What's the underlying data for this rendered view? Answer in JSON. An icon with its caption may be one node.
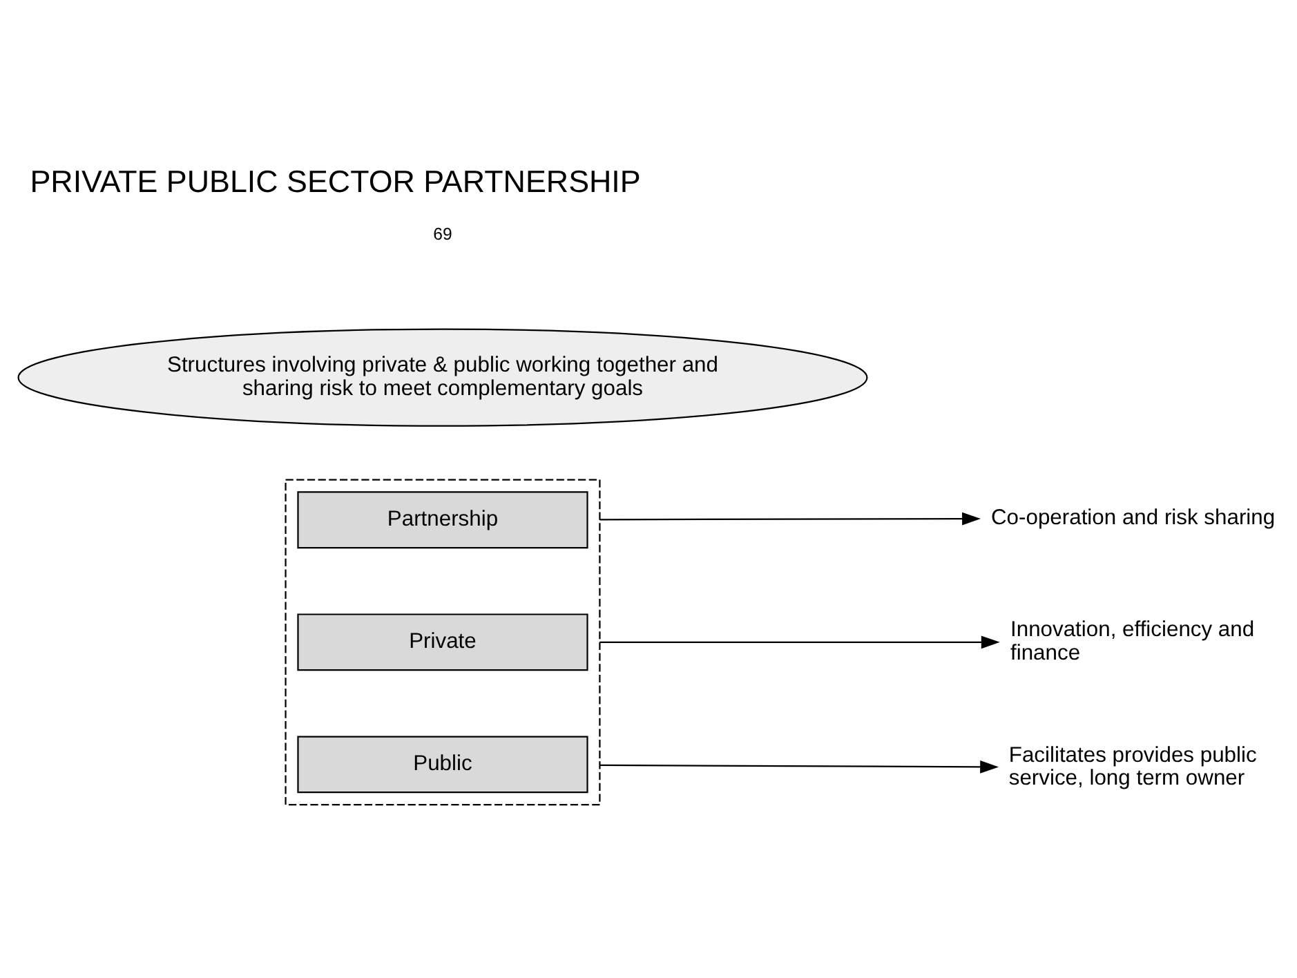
{
  "diagram": {
    "title": "PRIVATE PUBLIC SECTOR PARTNERSHIP",
    "nodes": [
      {
        "text": [],
        "shape": "box"
      },
      {
        "text": [
          "Public"
        ],
        "in": 0
      },
      {
        "text": [
          "Private"
        ],
        "in": 0
      },
      {
        "text": [
          "Partnership"
        ],
        "in": 0
      },
      {
        "text": [
          "Facilitates provides public service, long term owner"
        ]
      },
      {
        "text": [
          "Innovation, efficiency and finance"
        ]
      },
      {
        "text": [
          "Co-operation and risk sharing"
        ]
      },
      {
        "text": [
          "Structures involving private & public working together and sharing risk to meet complementary goals"
        ]
      }
    ],
    "edges": [
      {
        "from": 1,
        "to": 4,
        "arrow": "to"
      },
      {
        "from": 2,
        "to": 5,
        "arrow": "to"
      },
      {
        "from": 3,
        "to": 6,
        "arrow": "to"
      }
    ],
    "labels": [
      "69"
    ]
  }
}
